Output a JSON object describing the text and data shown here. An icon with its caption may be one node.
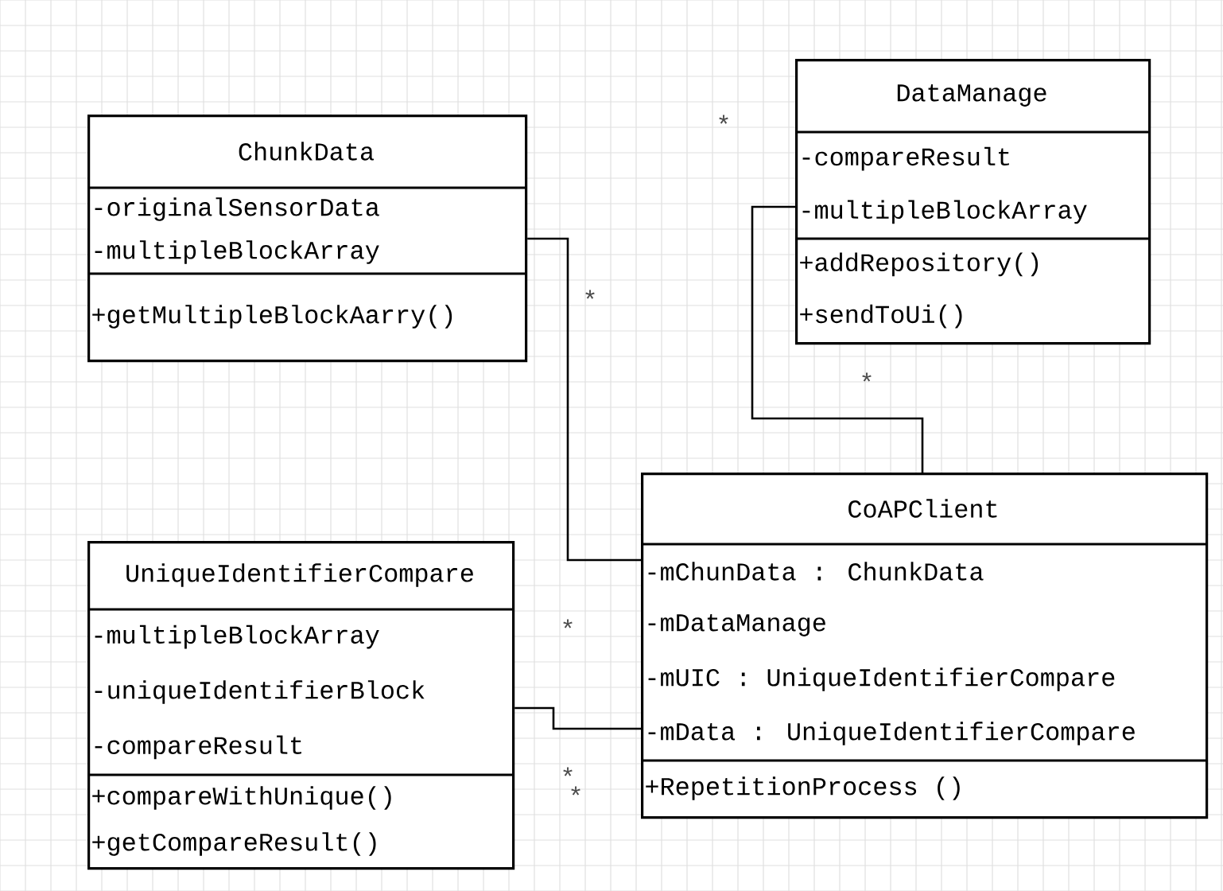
{
  "diagram": {
    "nodes": [
      {
        "text": [
          "ChunkData",
          "-originalSensorData",
          "-multipleBlockArray",
          "+getMultipleBlockAarry()"
        ]
      },
      {
        "text": [
          "DataManage",
          "-compareResult",
          "-multipleBlockArray",
          "+addRepository()",
          "+sendToUi()"
        ]
      },
      {
        "text": [
          "CoAPClient",
          "-mChunData : ChunkData",
          "-mDataManage",
          "-mUIC : UniqueIdentifierCompare",
          "-mData : UniqueIdentifierCompare",
          "+RepetitionProcess ()"
        ]
      },
      {
        "text": [
          "UniqueIdentifierCompare",
          "-multipleBlockArray",
          "-uniqueIdentifierBlock",
          "-compareResult",
          "+compareWithUnique()",
          "+getCompareResult()"
        ]
      }
    ],
    "edges": [
      {
        "from": 0,
        "to": 2,
        "arrow": "none"
      },
      {
        "from": 1,
        "to": 2,
        "arrow": "none"
      },
      {
        "from": 3,
        "to": 2,
        "arrow": "none"
      }
    ],
    "labels": [
      "*",
      "*",
      "*",
      "*",
      "*",
      "*"
    ]
  }
}
